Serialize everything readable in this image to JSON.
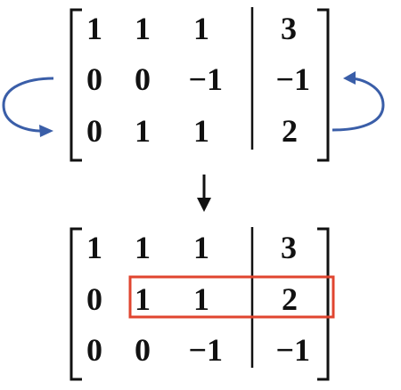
{
  "diagram": {
    "description_free": true,
    "colors": {
      "ink": "#111111",
      "swap_arrow": "#3a5ea8",
      "highlight": "#e0452f"
    },
    "matrix_before": {
      "rows": [
        [
          "1",
          "1",
          "1",
          "3"
        ],
        [
          "0",
          "0",
          "−1",
          "−1"
        ],
        [
          "0",
          "1",
          "1",
          "2"
        ]
      ]
    },
    "matrix_after": {
      "rows": [
        [
          "1",
          "1",
          "1",
          "3"
        ],
        [
          "0",
          "1",
          "1",
          "2"
        ],
        [
          "0",
          "0",
          "−1",
          "−1"
        ]
      ]
    },
    "row_swap_arrows": {
      "left_icon": "curved-arrow-icon",
      "right_icon": "curved-arrow-icon",
      "down_icon": "down-arrow-icon"
    }
  }
}
